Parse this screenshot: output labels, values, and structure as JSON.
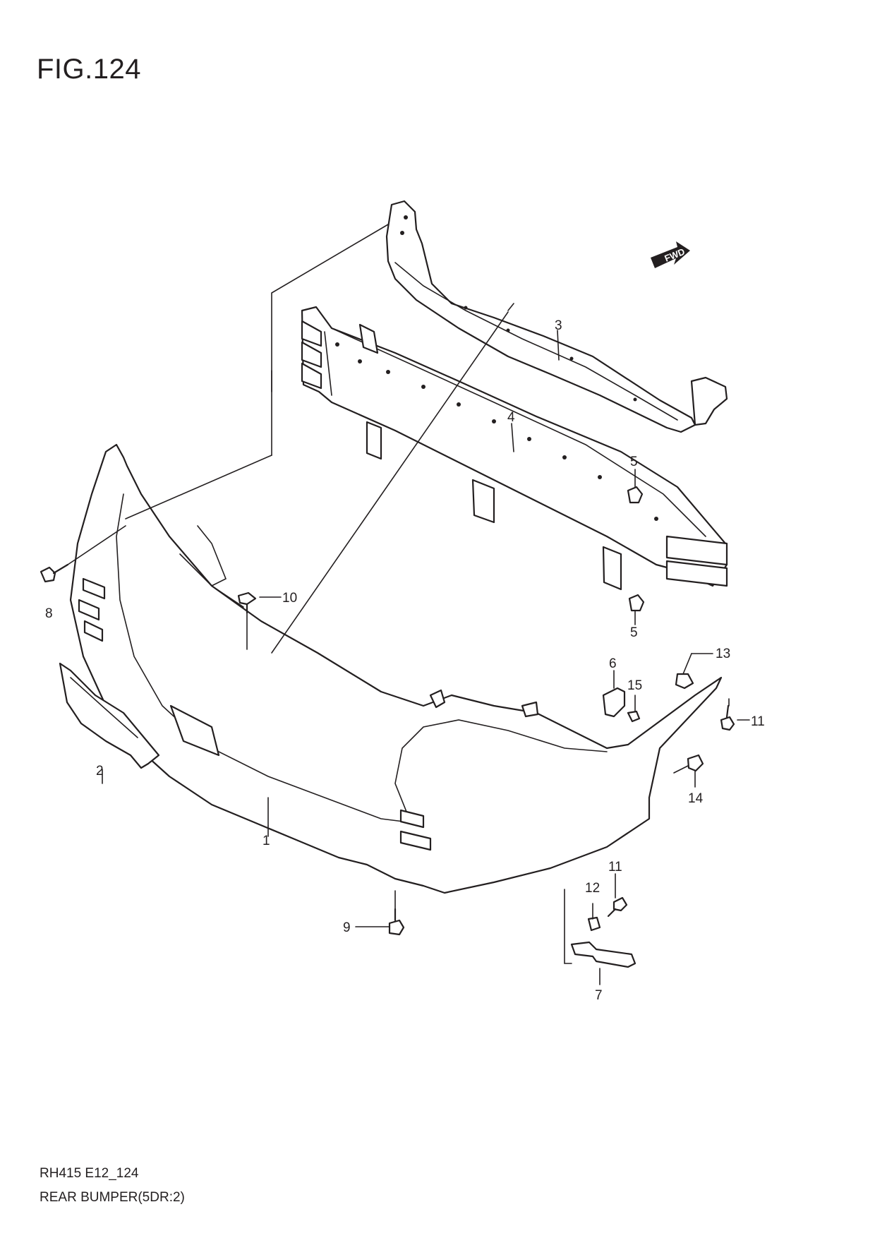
{
  "figure": {
    "title": "FIG.124",
    "code": "RH415 E12_124",
    "name": "REAR BUMPER(5DR:2)",
    "fwd_mark": "FWD"
  },
  "callouts": [
    {
      "id": "c1",
      "label": "1"
    },
    {
      "id": "c2",
      "label": "2"
    },
    {
      "id": "c3",
      "label": "3"
    },
    {
      "id": "c4",
      "label": "4"
    },
    {
      "id": "c5a",
      "label": "5"
    },
    {
      "id": "c5b",
      "label": "5"
    },
    {
      "id": "c6",
      "label": "6"
    },
    {
      "id": "c7",
      "label": "7"
    },
    {
      "id": "c8",
      "label": "8"
    },
    {
      "id": "c9",
      "label": "9"
    },
    {
      "id": "c10",
      "label": "10"
    },
    {
      "id": "c11a",
      "label": "11"
    },
    {
      "id": "c11b",
      "label": "11"
    },
    {
      "id": "c12",
      "label": "12"
    },
    {
      "id": "c13",
      "label": "13"
    },
    {
      "id": "c14",
      "label": "14"
    },
    {
      "id": "c15",
      "label": "15"
    }
  ]
}
